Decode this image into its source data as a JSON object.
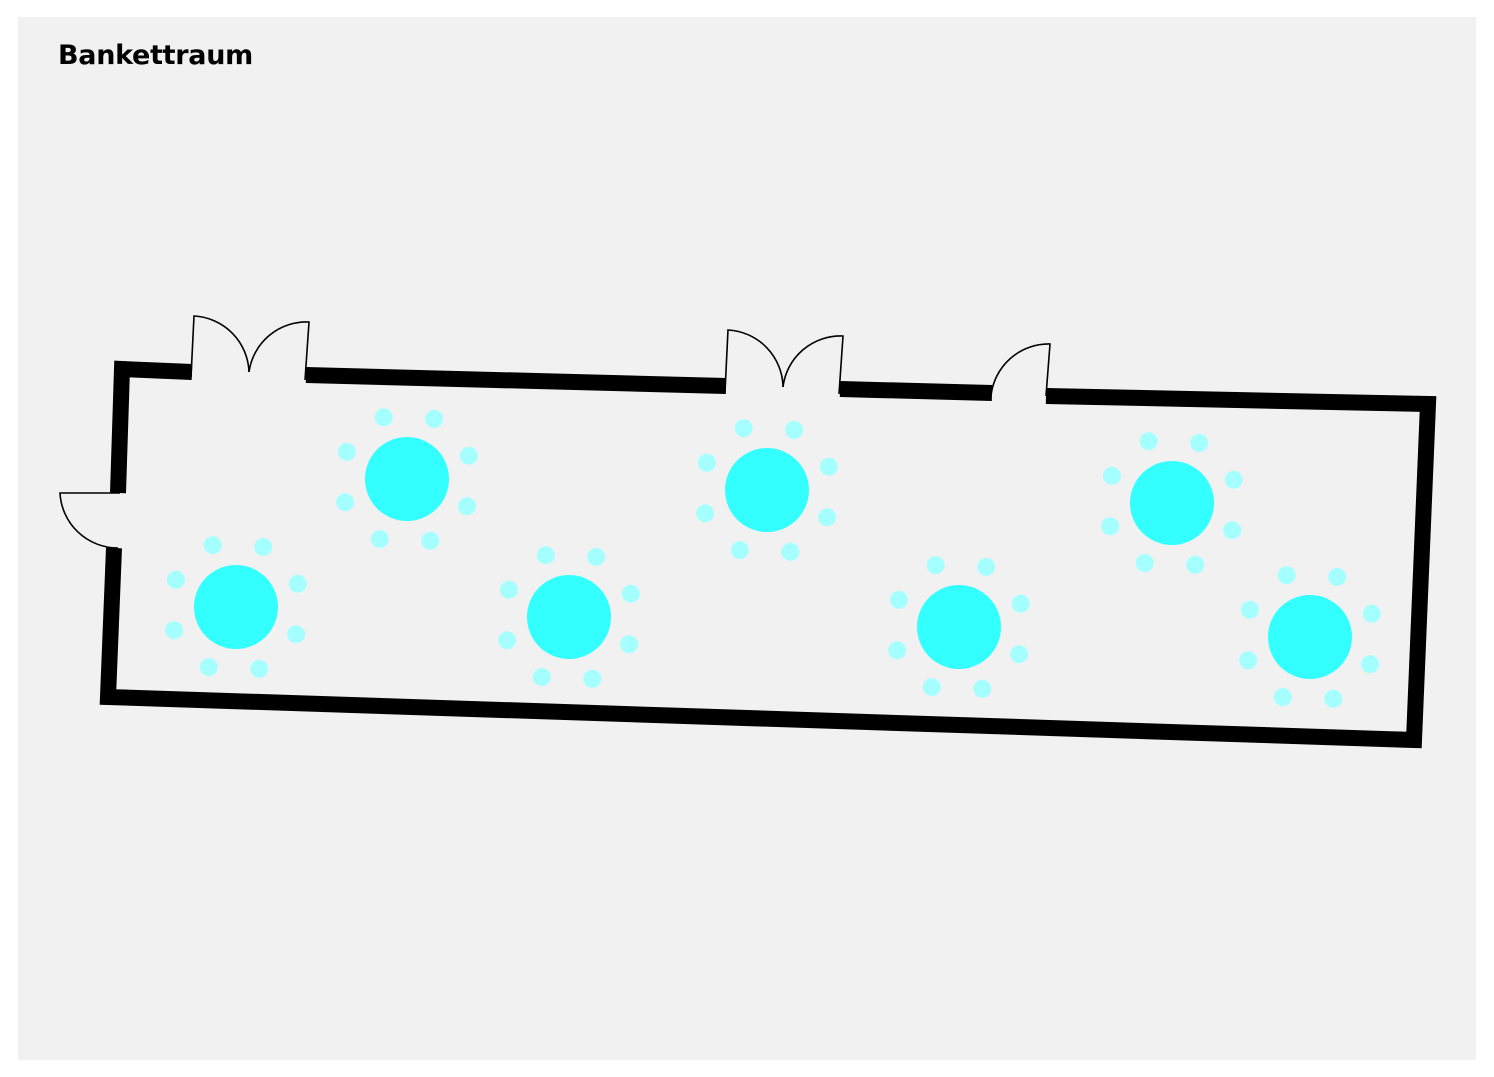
{
  "room": {
    "title": "Bankettraum"
  },
  "colors": {
    "background": "#f1f1f1",
    "wall": "#000000",
    "table": "#33ffff",
    "chair": "#a6ffff"
  },
  "layout": {
    "tables_count": 7,
    "chairs_per_table": 8,
    "doors": [
      "double-door",
      "double-door",
      "single-door",
      "single-door"
    ]
  }
}
